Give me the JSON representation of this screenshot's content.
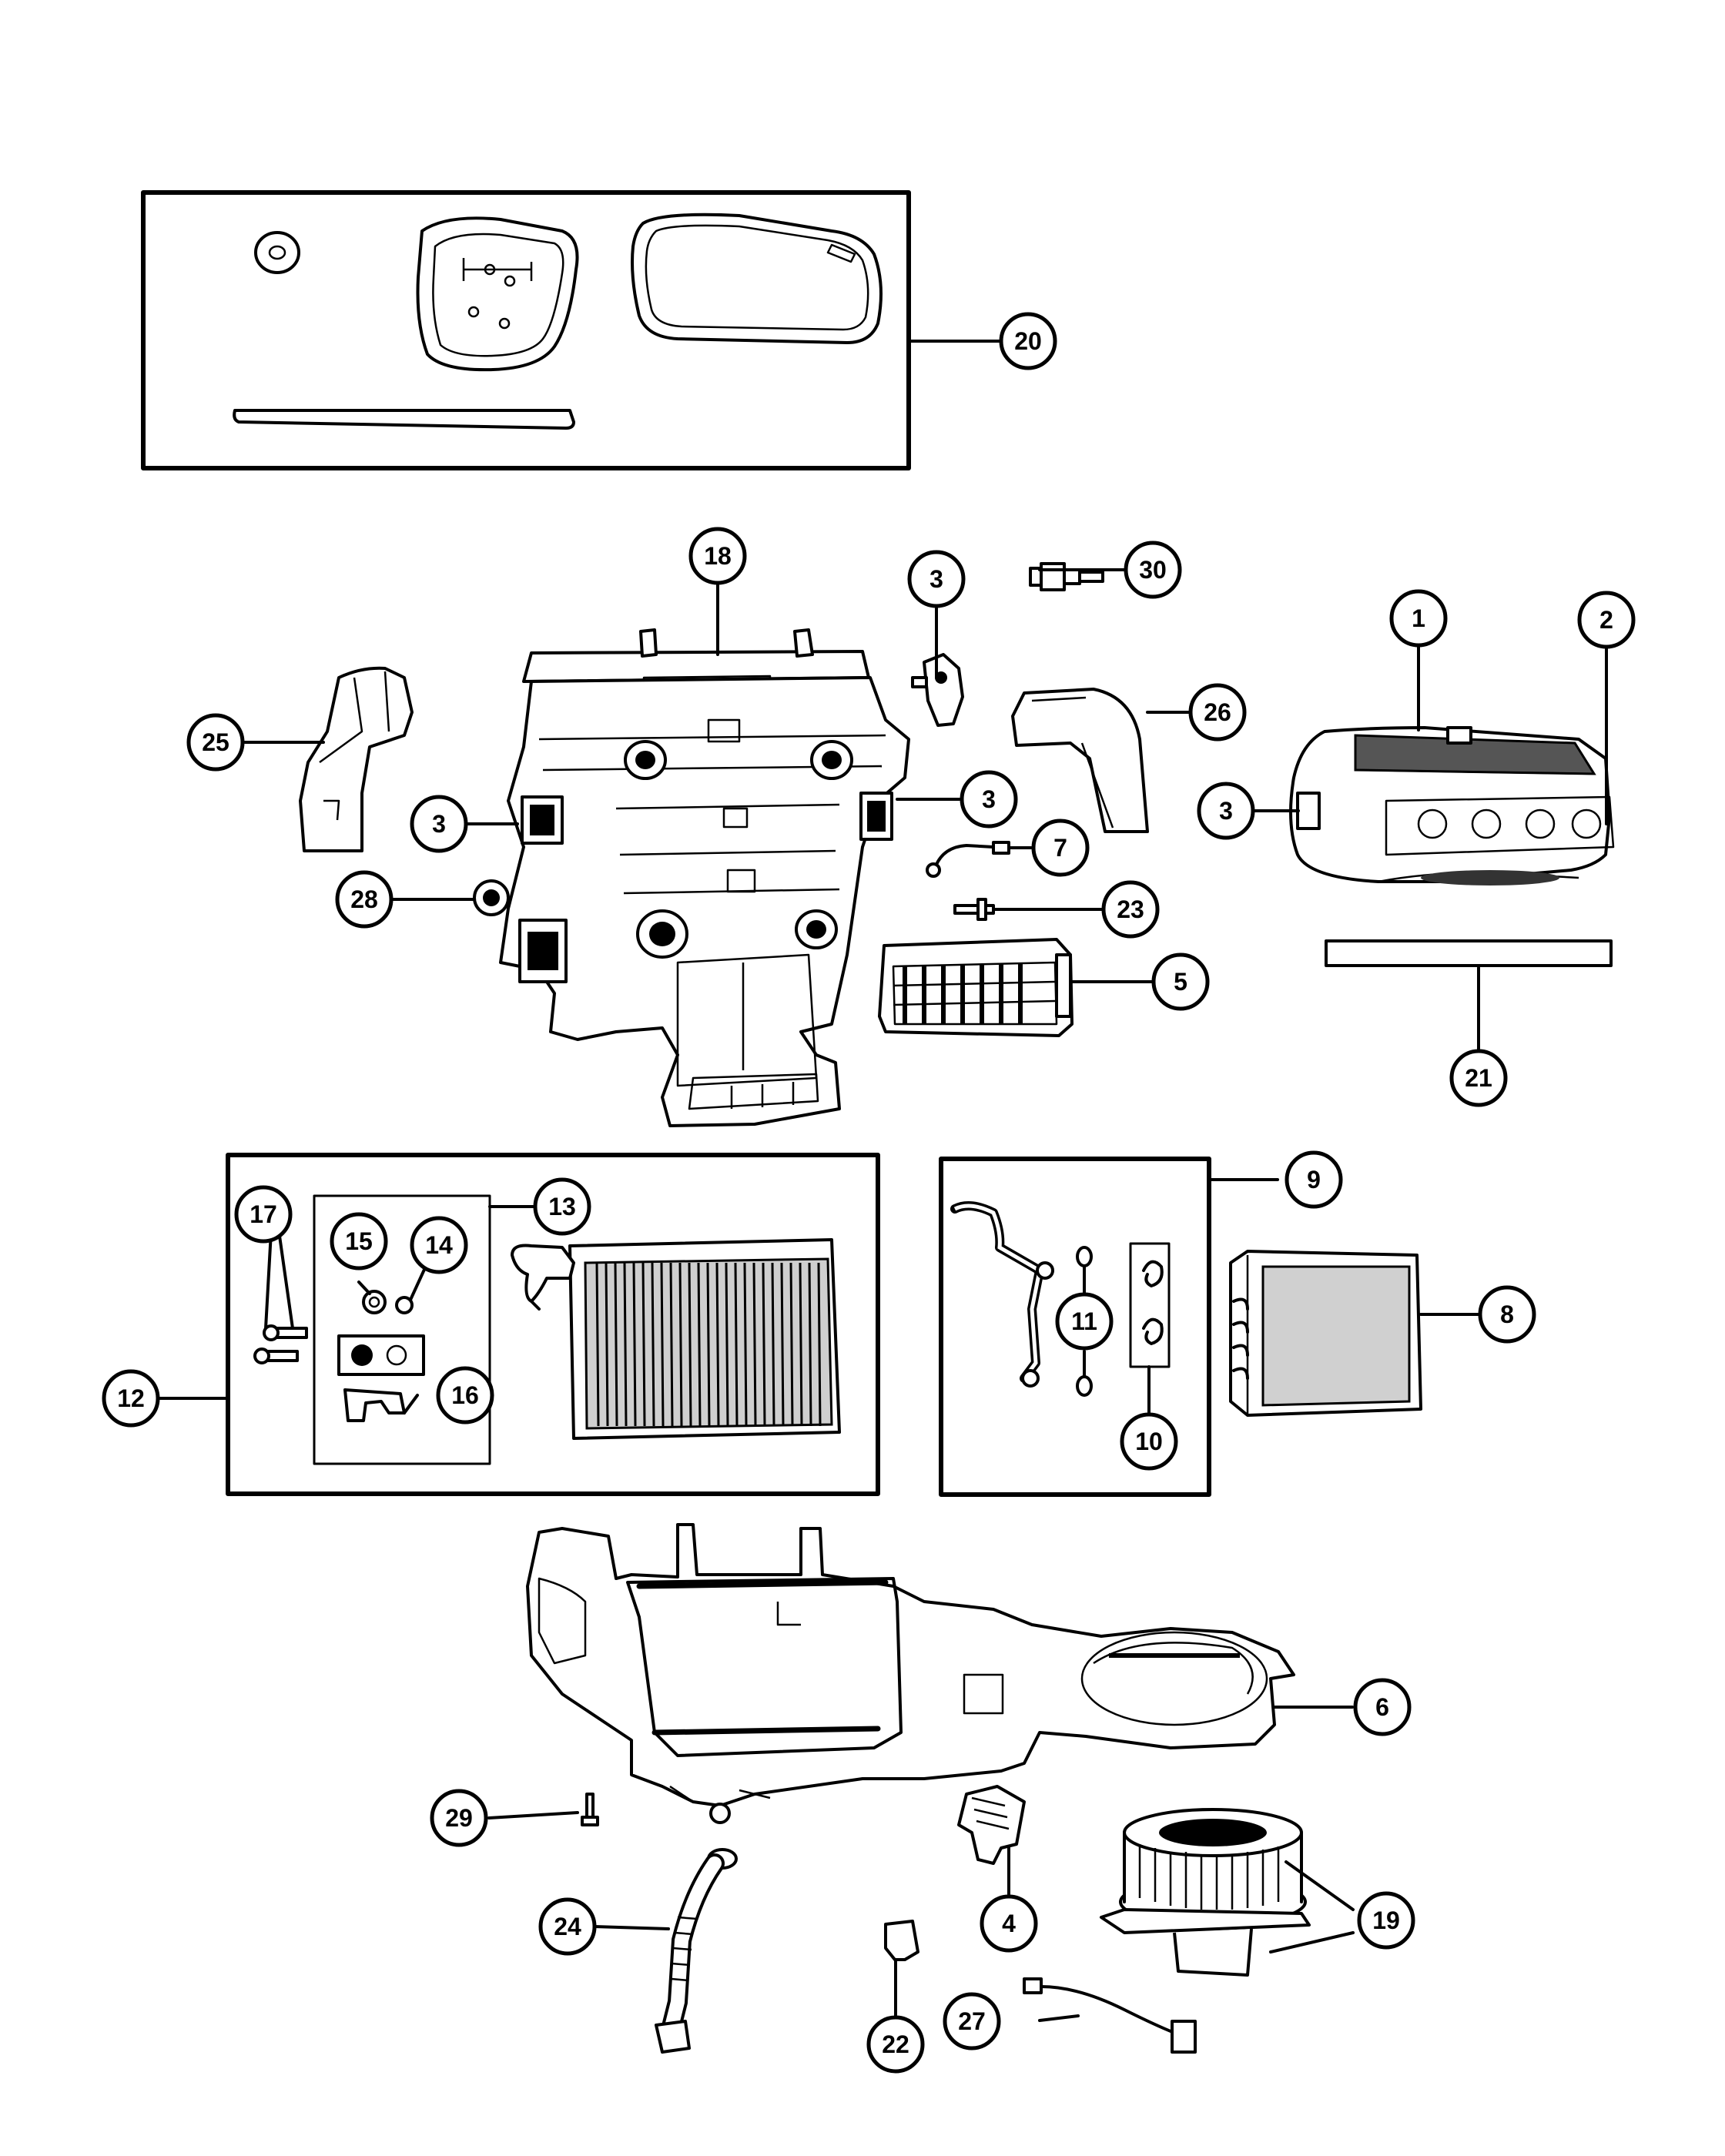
{
  "callouts": [
    {
      "id": "c20",
      "label": "20"
    },
    {
      "id": "c18",
      "label": "18"
    },
    {
      "id": "c3a",
      "label": "3"
    },
    {
      "id": "c30",
      "label": "30"
    },
    {
      "id": "c1",
      "label": "1"
    },
    {
      "id": "c2",
      "label": "2"
    },
    {
      "id": "c25",
      "label": "25"
    },
    {
      "id": "c26",
      "label": "26"
    },
    {
      "id": "c3b",
      "label": "3"
    },
    {
      "id": "c3c",
      "label": "3"
    },
    {
      "id": "c3d",
      "label": "3"
    },
    {
      "id": "c7",
      "label": "7"
    },
    {
      "id": "c28",
      "label": "28"
    },
    {
      "id": "c23",
      "label": "23"
    },
    {
      "id": "c5",
      "label": "5"
    },
    {
      "id": "c21",
      "label": "21"
    },
    {
      "id": "c9",
      "label": "9"
    },
    {
      "id": "c13",
      "label": "13"
    },
    {
      "id": "c17",
      "label": "17"
    },
    {
      "id": "c15",
      "label": "15"
    },
    {
      "id": "c14",
      "label": "14"
    },
    {
      "id": "c11",
      "label": "11"
    },
    {
      "id": "c8",
      "label": "8"
    },
    {
      "id": "c12",
      "label": "12"
    },
    {
      "id": "c16",
      "label": "16"
    },
    {
      "id": "c10",
      "label": "10"
    },
    {
      "id": "c6",
      "label": "6"
    },
    {
      "id": "c29",
      "label": "29"
    },
    {
      "id": "c4",
      "label": "4"
    },
    {
      "id": "c19",
      "label": "19"
    },
    {
      "id": "c24",
      "label": "24"
    },
    {
      "id": "c27",
      "label": "27"
    },
    {
      "id": "c22",
      "label": "22"
    }
  ]
}
